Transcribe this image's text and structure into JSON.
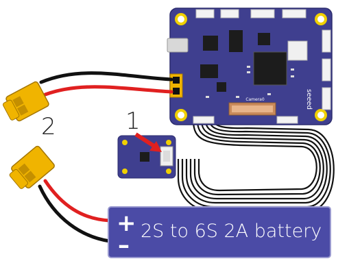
{
  "callouts": {
    "one": "1",
    "two": "2"
  },
  "battery": {
    "label": "2S to 6S 2A battery",
    "plus": "+",
    "minus": "–"
  },
  "board": {
    "brand_text": "seeed",
    "camera_label": "Camera0"
  },
  "colors": {
    "pcb_blue": "#3f3f8f",
    "battery_blue": "#4b4ba6",
    "connector_yellow": "#f0b400",
    "wire_red": "#e02020",
    "wire_black": "#111111",
    "arrow_red": "#e02020"
  }
}
